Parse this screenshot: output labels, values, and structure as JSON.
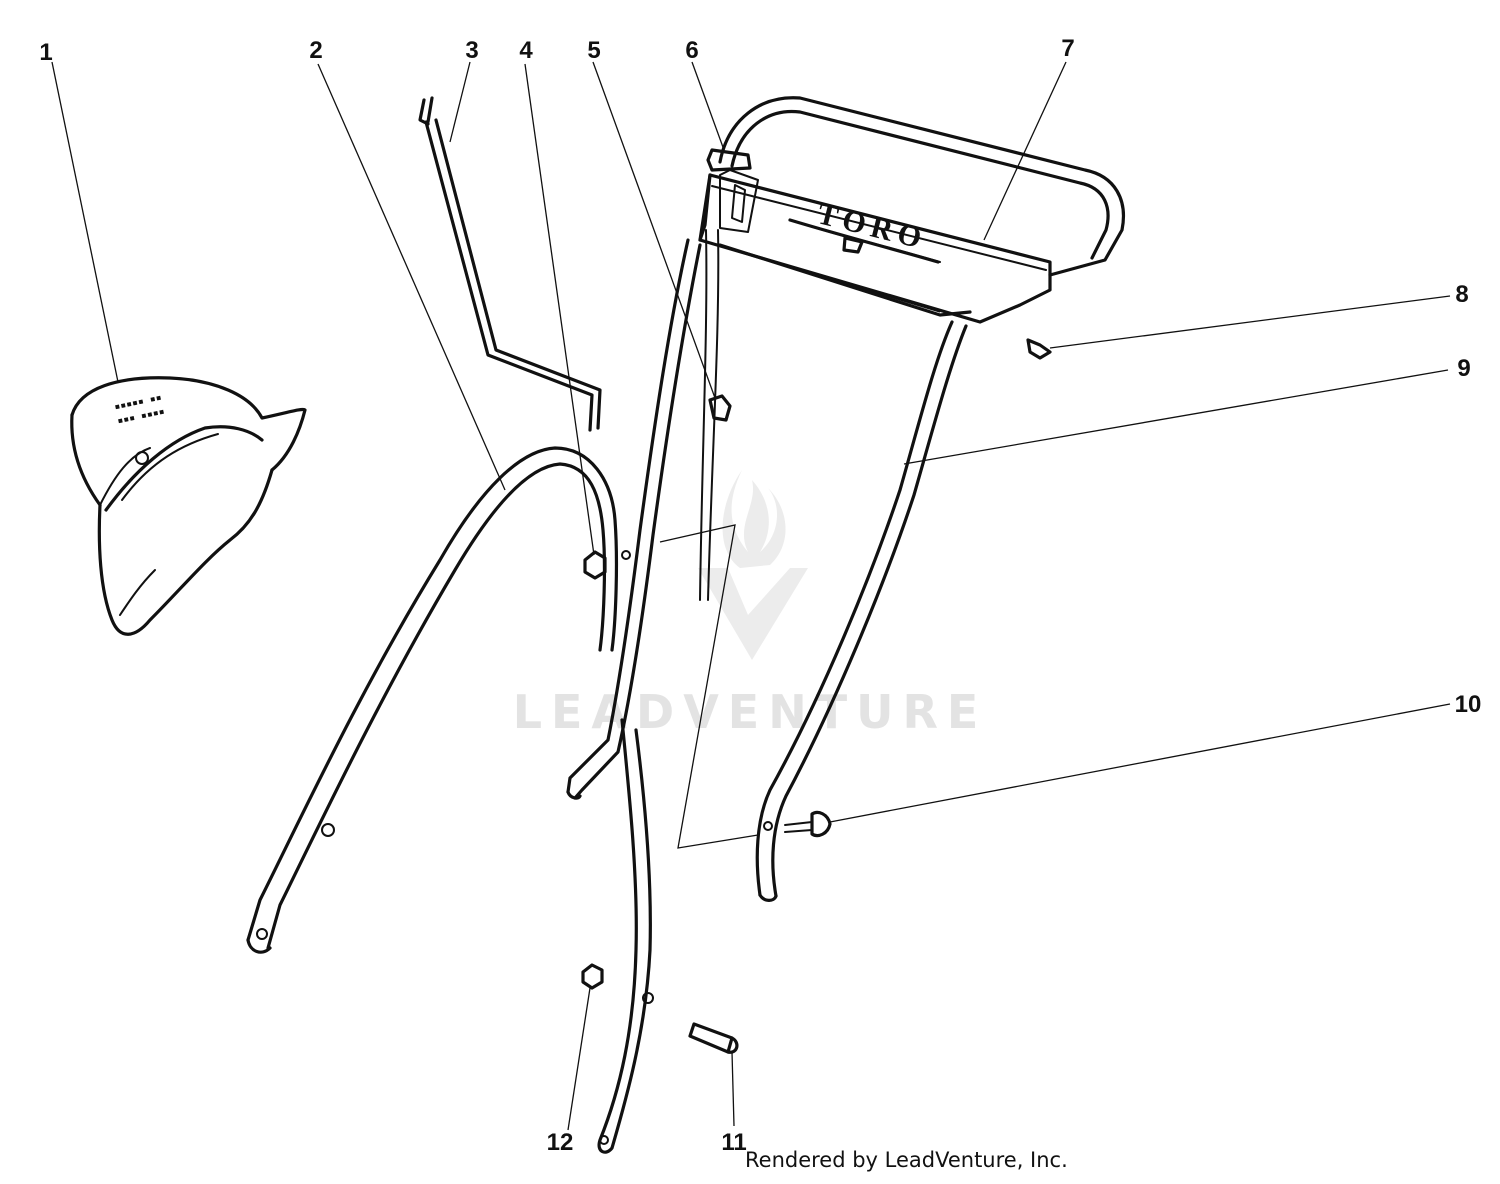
{
  "diagram": {
    "brand_plate_text": "TORO",
    "callouts": [
      "1",
      "2",
      "3",
      "4",
      "5",
      "6",
      "7",
      "8",
      "9",
      "10",
      "11",
      "12"
    ],
    "watermark": "LEADVENTURE",
    "footer": "Rendered by LeadVenture, Inc."
  }
}
